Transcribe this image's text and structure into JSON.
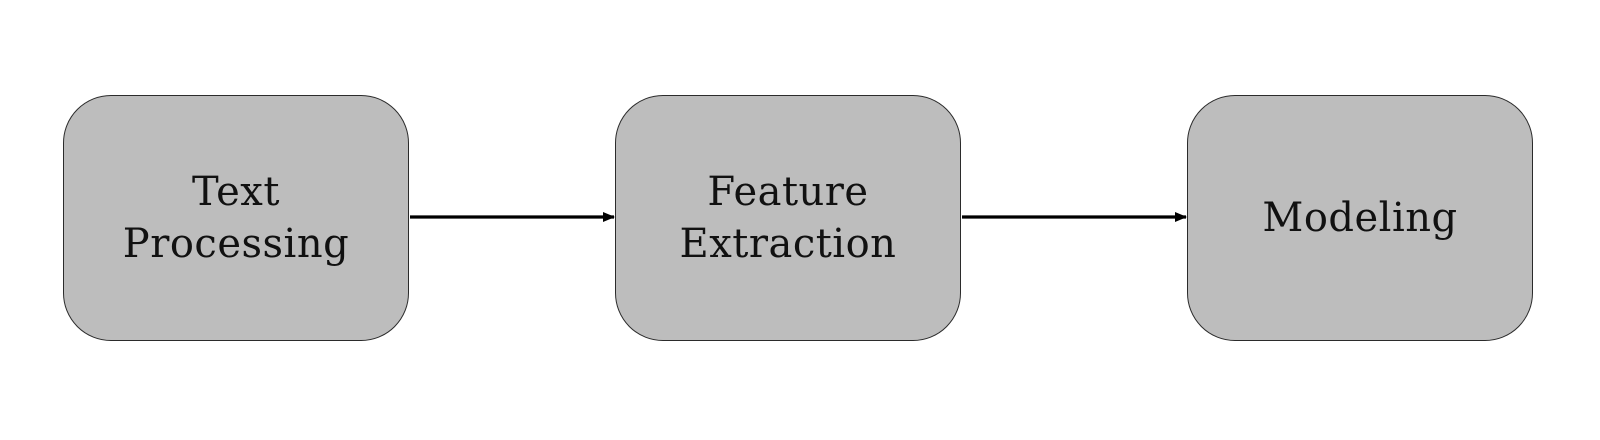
{
  "nodes": [
    {
      "id": "text-processing",
      "lines": [
        "Text",
        "Processing"
      ]
    },
    {
      "id": "feature-extraction",
      "lines": [
        "Feature",
        "Extraction"
      ]
    },
    {
      "id": "modeling",
      "lines": [
        "Modeling"
      ]
    }
  ],
  "edges": [
    {
      "from": "text-processing",
      "to": "feature-extraction"
    },
    {
      "from": "feature-extraction",
      "to": "modeling"
    }
  ],
  "colors": {
    "node_fill": "#bdbdbd",
    "node_border": "#2b2b2b",
    "arrow": "#000000",
    "text": "#111111",
    "background": "#ffffff"
  }
}
